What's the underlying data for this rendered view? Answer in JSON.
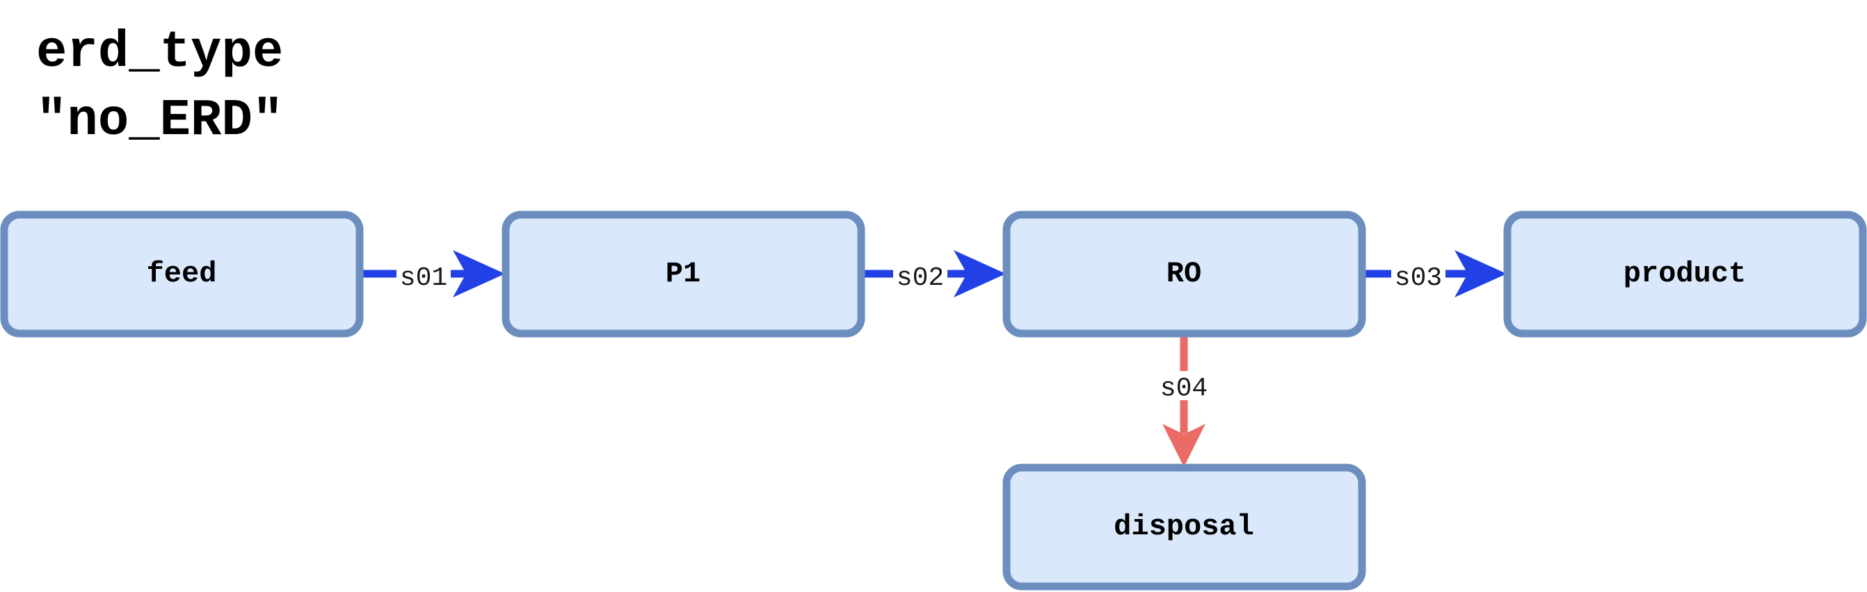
{
  "title": {
    "line1": "erd_type",
    "line2": "\"no_ERD\""
  },
  "colors": {
    "node_fill": "#dae8fc",
    "node_stroke": "#6c8ebf",
    "edge_primary": "#2140e6",
    "edge_waste": "#ea6b66"
  },
  "nodes": [
    {
      "id": "feed",
      "label": "feed"
    },
    {
      "id": "p1",
      "label": "P1"
    },
    {
      "id": "ro",
      "label": "RO"
    },
    {
      "id": "product",
      "label": "product"
    },
    {
      "id": "disposal",
      "label": "disposal"
    }
  ],
  "edges": [
    {
      "id": "s01",
      "label": "s01",
      "from": "feed",
      "to": "p1",
      "kind": "primary"
    },
    {
      "id": "s02",
      "label": "s02",
      "from": "p1",
      "to": "ro",
      "kind": "primary"
    },
    {
      "id": "s03",
      "label": "s03",
      "from": "ro",
      "to": "product",
      "kind": "primary"
    },
    {
      "id": "s04",
      "label": "s04",
      "from": "ro",
      "to": "disposal",
      "kind": "waste"
    }
  ]
}
